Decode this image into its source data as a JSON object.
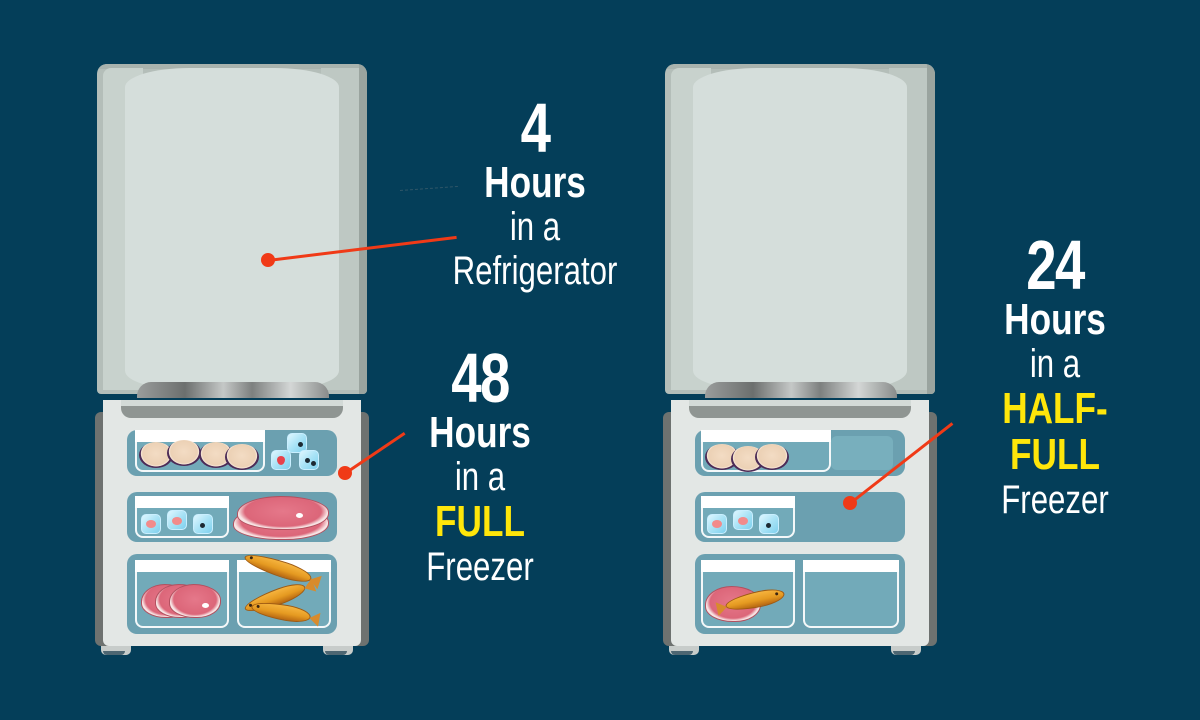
{
  "colors": {
    "background": "#043e59",
    "pointer": "#f03a17",
    "highlight": "#ffe60a",
    "text": "#ffffff",
    "fridge_door": "#d5dedb",
    "fridge_body": "#e3e7e5",
    "shelf": "#6ba0b0"
  },
  "left_fridge": {
    "refrigerator_callout": {
      "number": "4",
      "unit": "Hours",
      "line1": "in a",
      "line2": "Refrigerator"
    },
    "freezer_callout": {
      "number": "48",
      "unit": "Hours",
      "line1": "in a",
      "highlight": "FULL",
      "line2": "Freezer"
    },
    "freezer_contents": {
      "shelf_1": [
        "eggplant slices",
        "frozen strawberries in ice",
        "frozen berries in ice"
      ],
      "shelf_2": [
        "frozen shrimp in ice",
        "ham slices"
      ],
      "shelf_3": [
        "ham slices",
        "fried fish"
      ]
    }
  },
  "right_fridge": {
    "freezer_callout": {
      "number": "24",
      "unit": "Hours",
      "line1": "in a",
      "highlight": "HALF-FULL",
      "line2": "Freezer"
    },
    "freezer_contents": {
      "shelf_1": [
        "eggplant slices"
      ],
      "shelf_2": [
        "frozen shrimp in ice"
      ],
      "shelf_3": [
        "ham slice with fish",
        "empty bin"
      ]
    }
  }
}
